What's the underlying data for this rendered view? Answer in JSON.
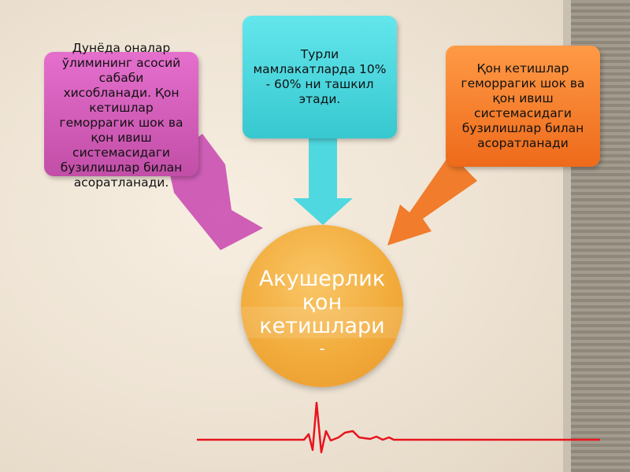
{
  "diagram": {
    "center": {
      "line1": "Акушерлик",
      "line2": "қон",
      "line3": "кетишлари",
      "line4": "-"
    },
    "boxes": {
      "left": {
        "lines": [
          "Дунёда оналар",
          "ўлимининг асосий",
          "сабаби",
          "хисобланади. Қон",
          "кетишлар",
          "геморрагик шок ва",
          "қон ивиш",
          "системасидаги",
          "бузилишлар билан",
          "асоратланади."
        ]
      },
      "middle": {
        "lines": [
          "Турли",
          "мамлакатларда 10%",
          "- 60% ни ташкил",
          "этади."
        ]
      },
      "right": {
        "lines": [
          "Қон кетишлар",
          "геморрагик шок ва",
          "қон ивиш",
          "системасидаги",
          "бузилишлар билан",
          "асоратланади"
        ]
      }
    }
  },
  "colors": {
    "left_box": "#d85fbd",
    "middle_box": "#4fd8df",
    "right_box": "#f98131",
    "center_circle": "#f2ac3c",
    "ekg_line": "#e8141e",
    "background": "#f1e7d9"
  }
}
